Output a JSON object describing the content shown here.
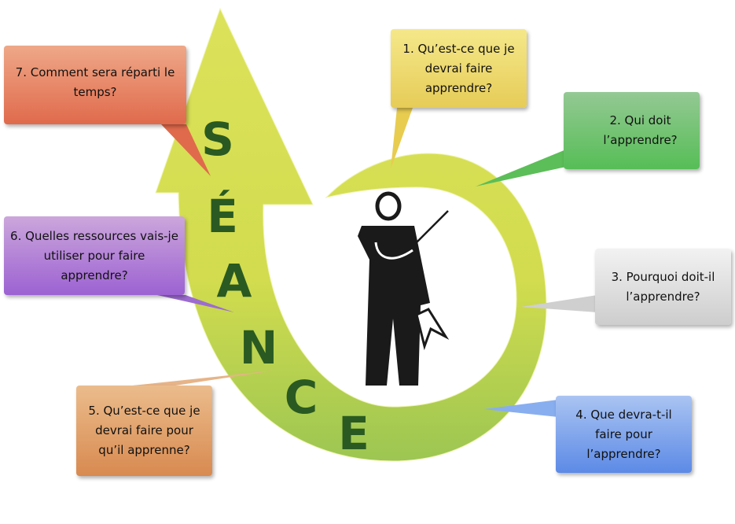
{
  "title_letters": [
    "S",
    "É",
    "A",
    "N",
    "C",
    "E"
  ],
  "questions": [
    {
      "text": "1. Qu’est-ce que je devrai faire apprendre?",
      "color": "#ecd870"
    },
    {
      "text": "2. Qui doit l’apprendre?",
      "color": "#6cc46a"
    },
    {
      "text": "3. Pourquoi doit-il l’apprendre?",
      "color": "#d8d8d8"
    },
    {
      "text": "4. Que  devra-t-il faire pour l’apprendre?",
      "color": "#7fa8ef"
    },
    {
      "text": "5. Qu’est-ce que je devrai faire pour qu’il apprenne?",
      "color": "#dfa06c"
    },
    {
      "text": "6. Quelles ressources vais-je utiliser pour faire apprendre?",
      "color": "#b186d8"
    },
    {
      "text": "7. Comment sera réparti le temps?",
      "color": "#e57e62"
    }
  ],
  "colors": {
    "arrow": "#d6de50",
    "letters": "#2a5a22"
  }
}
